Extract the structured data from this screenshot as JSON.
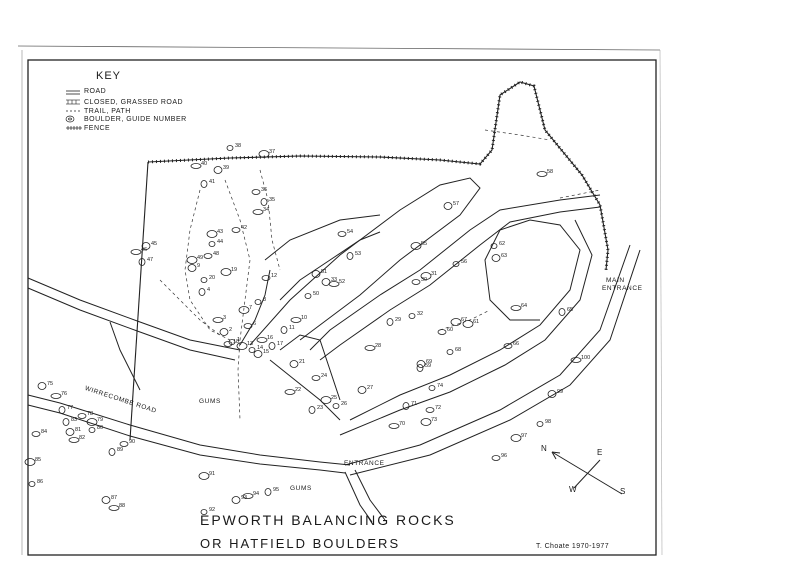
{
  "key": {
    "title": "KEY",
    "items": [
      {
        "icon": "road-symbol",
        "label": "ROAD"
      },
      {
        "icon": "closed-road-symbol",
        "label": "CLOSED, GRASSED ROAD"
      },
      {
        "icon": "trail-symbol",
        "label": "TRAIL, PATH"
      },
      {
        "icon": "boulder-symbol",
        "label": "BOULDER, GUIDE NUMBER"
      },
      {
        "icon": "fence-symbol",
        "label": "FENCE"
      }
    ]
  },
  "labels": {
    "main_entrance": "MAIN",
    "main_entrance_2": "ENTRANCE",
    "entrance": "ENTRANCE",
    "road": "WIRRECOMBE ROAD",
    "gums_1": "GUMS",
    "gums_2": "GUMS"
  },
  "compass": {
    "n": "N",
    "s": "S",
    "e": "E",
    "w": "W"
  },
  "title": {
    "main": "EPWORTH  BALANCING  ROCKS",
    "sub": "OR  HATFIELD  BOULDERS"
  },
  "credit": "T. Choate  1970-1977",
  "boulder_numbers": [
    "1",
    "2",
    "3",
    "4",
    "6",
    "7",
    "8",
    "9",
    "10",
    "11",
    "12",
    "13",
    "14",
    "15",
    "16",
    "17",
    "18",
    "19",
    "20",
    "21",
    "22",
    "23",
    "24",
    "25",
    "26",
    "27",
    "28",
    "29",
    "30",
    "31",
    "32",
    "33",
    "34",
    "35",
    "36",
    "37",
    "38",
    "39",
    "40",
    "41",
    "42",
    "43",
    "44",
    "45",
    "46",
    "47",
    "48",
    "49",
    "50",
    "51",
    "52",
    "53",
    "54",
    "55",
    "56",
    "57",
    "58",
    "59",
    "60",
    "61",
    "62",
    "63",
    "64",
    "65",
    "66",
    "67",
    "68",
    "69",
    "70",
    "71",
    "72",
    "73",
    "74",
    "75",
    "76",
    "77",
    "78",
    "79",
    "80",
    "81",
    "82",
    "83",
    "84",
    "85",
    "86",
    "87",
    "88",
    "89",
    "90",
    "91",
    "92",
    "93",
    "94",
    "95",
    "96",
    "97",
    "98",
    "99",
    "100"
  ]
}
